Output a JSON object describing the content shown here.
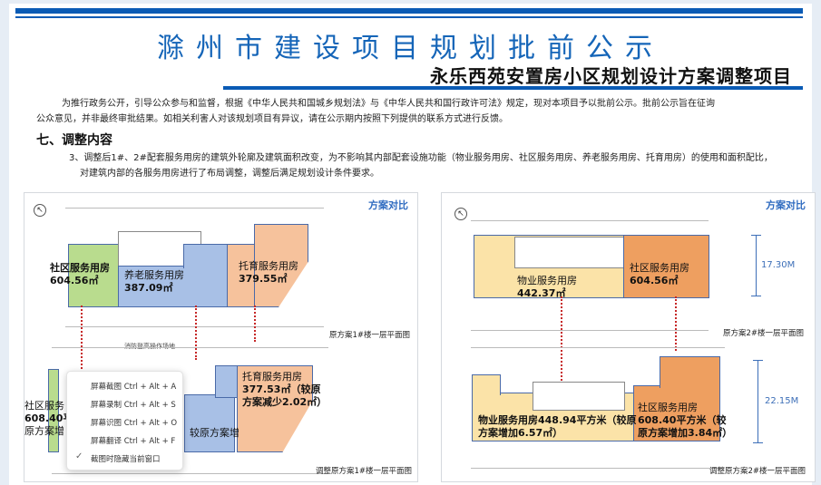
{
  "header": {
    "title": "滁州市建设项目规划批前公示",
    "subtitle": "永乐西苑安置房小区规划设计方案调整项目"
  },
  "intro": {
    "line1": "为推行政务公开，引导公众参与和监督，根据《中华人民共和国城乡规划法》与《中华人民共和国行政许可法》规定，现对本项目予以批前公示。批前公示旨在征询",
    "line2": "公众意见，并非最终审批结果。如相关利害人对该规划项目有异议，请在公示期内按照下列提供的联系方式进行反馈。"
  },
  "section": {
    "heading": "七、调整内容",
    "item_line1": "3、调整后1#、2#配套服务用房的建筑外轮廓及建筑面积改变，为不影响其内部配套设施功能（物业服务用房、社区服务用房、养老服务用房、托育用房）的使用和面积配比，",
    "item_line2": "对建筑内部的各服务用房进行了布局调整，调整后满足规划设计条件要求。"
  },
  "left_panel": {
    "compare_label": "方案对比",
    "original": {
      "caption": "原方案1#楼一层平面图",
      "zones": [
        {
          "name": "社区服务用房",
          "area": "604.56㎡",
          "color": "#b9dc8e"
        },
        {
          "name": "养老服务用房",
          "area": "387.09㎡",
          "color": "#a8c0e6"
        },
        {
          "name": "托育服务用房",
          "area": "379.55㎡",
          "color": "#f6c29c"
        }
      ]
    },
    "adjusted": {
      "caption": "调整原方案1#楼一层平面图",
      "fire_label": "消防登高操作场地",
      "zones": [
        {
          "line1": "社区服务",
          "line2": "608.40平",
          "line3": "原方案增"
        },
        {
          "line1": "较原方案增"
        },
        {
          "line1": "托育服务用房",
          "line2": "377.53㎡（较原",
          "line3": "方案减少2.02㎡）"
        }
      ]
    }
  },
  "right_panel": {
    "compare_label": "方案对比",
    "original": {
      "caption": "原方案2#楼一层平面图",
      "dimension": "17.30M",
      "zones": [
        {
          "name": "物业服务用房",
          "area": "442.37㎡",
          "color": "#fbe3a8"
        },
        {
          "name": "社区服务用房",
          "area": "604.56㎡",
          "color": "#ee9f60"
        }
      ]
    },
    "adjusted": {
      "caption": "调整原方案2#楼一层平面图",
      "dimension": "22.15M",
      "zones": [
        {
          "line1": "物业服务用房448.94平方米（较原",
          "line2": "方案增加6.57㎡）"
        },
        {
          "line1": "社区服务用房",
          "line2": "608.40平方米（较",
          "line3": "原方案增加3.84㎡）"
        }
      ]
    }
  },
  "context_menu": {
    "items": [
      {
        "label": "屏幕截图 Ctrl + Alt + A",
        "checked": false
      },
      {
        "label": "屏幕录制 Ctrl + Alt + S",
        "checked": false
      },
      {
        "label": "屏幕识图 Ctrl + Alt + O",
        "checked": false
      },
      {
        "label": "屏幕翻译 Ctrl + Alt + F",
        "checked": false
      },
      {
        "label": "截图时隐藏当前窗口",
        "checked": true
      }
    ],
    "check_icon": "✓"
  },
  "colors": {
    "brand_blue": "#0a5bb5",
    "title_blue": "#1565b8",
    "background": "#e6edf5"
  }
}
